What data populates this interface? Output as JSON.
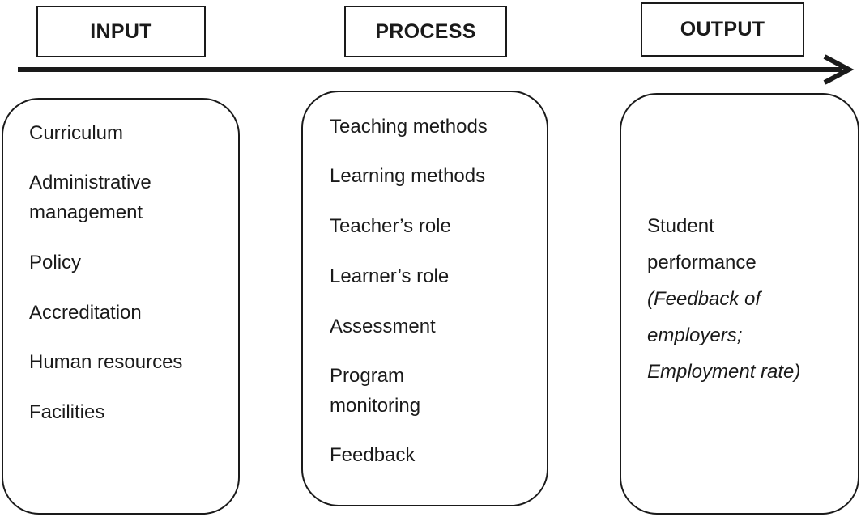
{
  "headers": {
    "input": "INPUT",
    "process": "PROCESS",
    "output": "OUTPUT"
  },
  "input_items": [
    [
      "Curriculum"
    ],
    [
      "Administrative",
      "management"
    ],
    [
      "Policy"
    ],
    [
      "Accreditation"
    ],
    [
      "Human resources"
    ],
    [
      "Facilities"
    ]
  ],
  "process_items": [
    [
      "Teaching methods"
    ],
    [
      "Learning methods"
    ],
    [
      "Teacher’s role"
    ],
    [
      "Learner’s role"
    ],
    [
      "Assessment"
    ],
    [
      "Program",
      "monitoring"
    ],
    [
      "Feedback"
    ]
  ],
  "output": {
    "line1": "Student",
    "line2": "performance",
    "note1": "(Feedback of",
    "note2": "employers;",
    "note3": "Employment rate)"
  }
}
